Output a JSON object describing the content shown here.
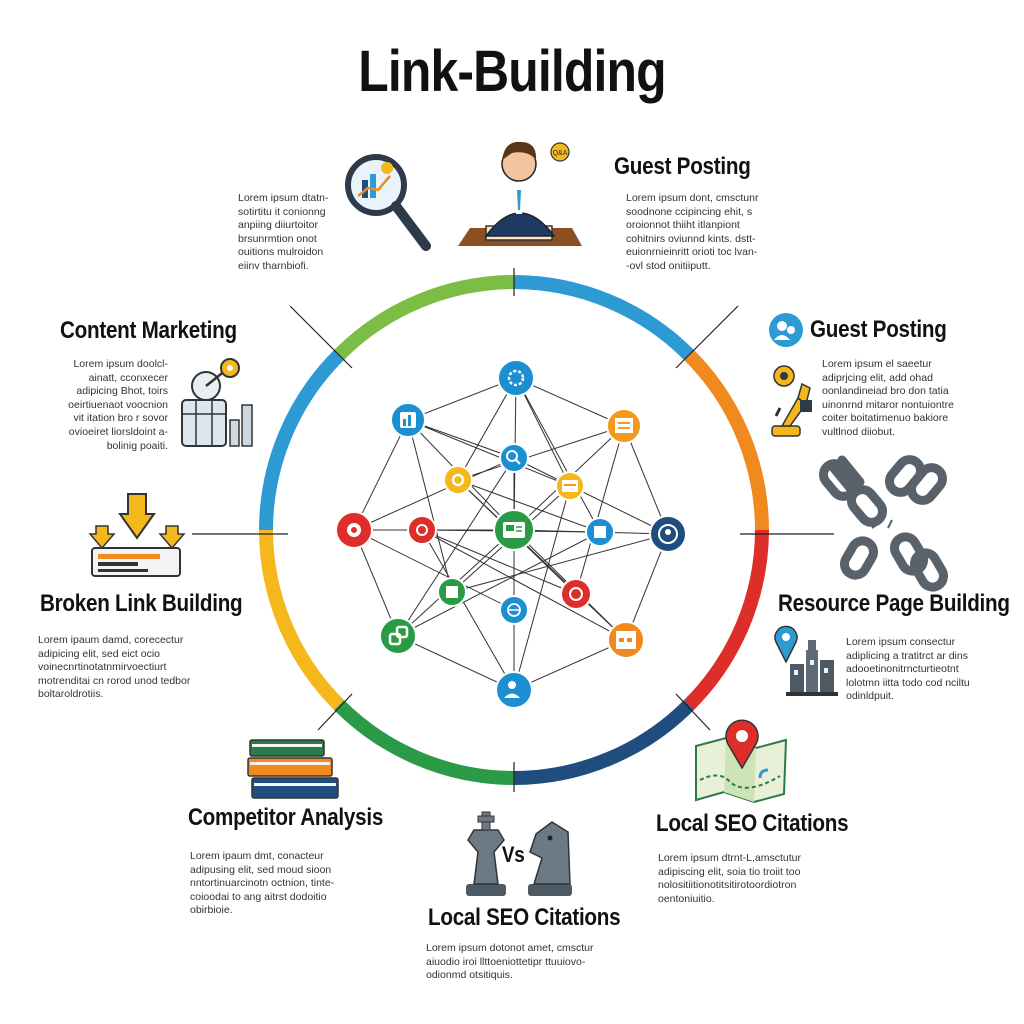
{
  "title": "Link-Building",
  "sections": {
    "top_left": {
      "body": "Lorem ipsum dtatn-\nsotirtitu it conionng\nanpiing diiurtoitor\nbrsunrmtion onot\nouitions mulroidon\neiinv tharnbiofi."
    },
    "guest_posting_top": {
      "heading": "Guest Posting",
      "body": "Lorem ipsum dont, cmsctunr\nsoodnone ccipincing ehit, s\noroionnot thiiht itlanpiont\ncohitnirs oviunnd kints. dstt-\neuionrnieinritt orioti toc lvan-\n-ovl stod onitiiputt."
    },
    "content_marketing": {
      "heading": "Content Marketing",
      "body": "Lorem ipsum doolcl-\nainatt, cconxecer\nadipicing Bhot, toirs\noeirtiuenaot voocnion\nvit itation bro r sovor\novioeiret liorsldoint a-\nbolinig poaiti."
    },
    "guest_posting_right": {
      "heading": "Guest Posting",
      "body": "Lorem ipsum el saeetur\nadiprjcing elit, add ohad\noonlandineiad bro don tatia\nuinonrnd mitaror nontuiontre\ncoiter boitatimenuo bakiore\nvultlnod diiobut."
    },
    "broken_link_building": {
      "heading": "Broken Link Building",
      "body": "Lorem ipaum damd, corecectur\nadipicing elit, sed eict ocio\nvoinecnrtinotatnmirvoectiurt\nmotrenditai cn rorod unod tedbor\nboltaroldrotiis."
    },
    "resource_page_building": {
      "heading": "Resource Page Building",
      "body": "Lorem ipsum consectur\nadiplicing a tratitrct ar dins\nadooetinonitrncturtieotnt\nlolotmn iitta todo cod nciltu\nodinldpuit."
    },
    "competitor_analysis": {
      "heading": "Competitor Analysis",
      "body": "Lorem ipaum dmt, conacteur\nadipusing elit, sed moud sioon\nnntortinuarcinotn octnion, tinte-\ncoioodai to ang aitrst dodoitio\nobirbioie."
    },
    "local_seo_right": {
      "heading": "Local SEO Citations",
      "body": "Lorem ipsum dtrnt-L,amsctutur\nadipiscing elit, soia tio troiit too\nnolositiitionotitsitirotoordiotron\noentoniuitio."
    },
    "local_seo_bottom": {
      "heading": "Local SEO Citations",
      "body": "Lorem ipsum dotonot amet, cmsctur\naiuodio iroi llttoeniottetipr ttuuiovo-\nodionmd otsitiquis."
    }
  },
  "vs_label": "Vs",
  "colors": {
    "blue": "#2d9ad4",
    "green": "#7cbd45",
    "orange": "#f08a1f",
    "red": "#dd2e2a",
    "navy": "#1f4e7e",
    "dark_green": "#2a9a46",
    "yellow": "#f4b81c"
  },
  "icons": [
    "analytics-magnifier-icon",
    "writer-at-desk-icon",
    "target-chart-icon",
    "user-badge-icon",
    "robot-arm-icon",
    "broken-chain-icon",
    "download-arrows-icon",
    "location-city-icon",
    "book-stack-icon",
    "chess-pieces-icon",
    "map-pin-icon",
    "network-graph-icon"
  ]
}
